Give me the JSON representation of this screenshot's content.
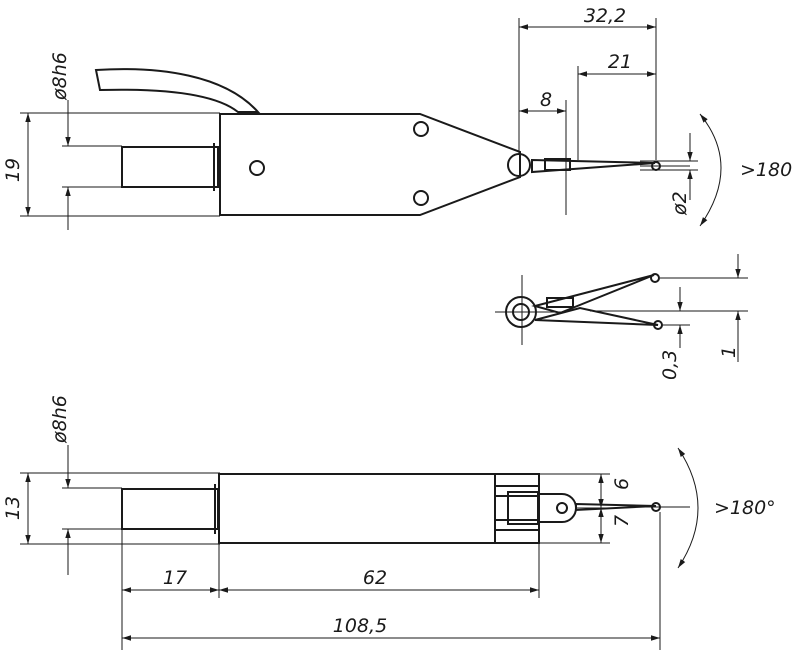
{
  "top_view": {
    "dims": {
      "overall_tip": "32,2",
      "tip_to_pivot": "21",
      "pivot_offset": "8",
      "ball_diameter": "ø2",
      "shank_diameter": "ø8h6",
      "body_height": "19",
      "rotation": ">180"
    }
  },
  "detail_view": {
    "dims": {
      "offset_small": "0,3",
      "offset_large": "1"
    }
  },
  "bottom_view": {
    "dims": {
      "shank_diameter": "ø8h6",
      "body_height": "13",
      "clevis_upper": "6",
      "clevis_lower": "7",
      "rotation": ">180°",
      "shank_length": "17",
      "body_length": "62",
      "overall_length": "108,5"
    }
  }
}
